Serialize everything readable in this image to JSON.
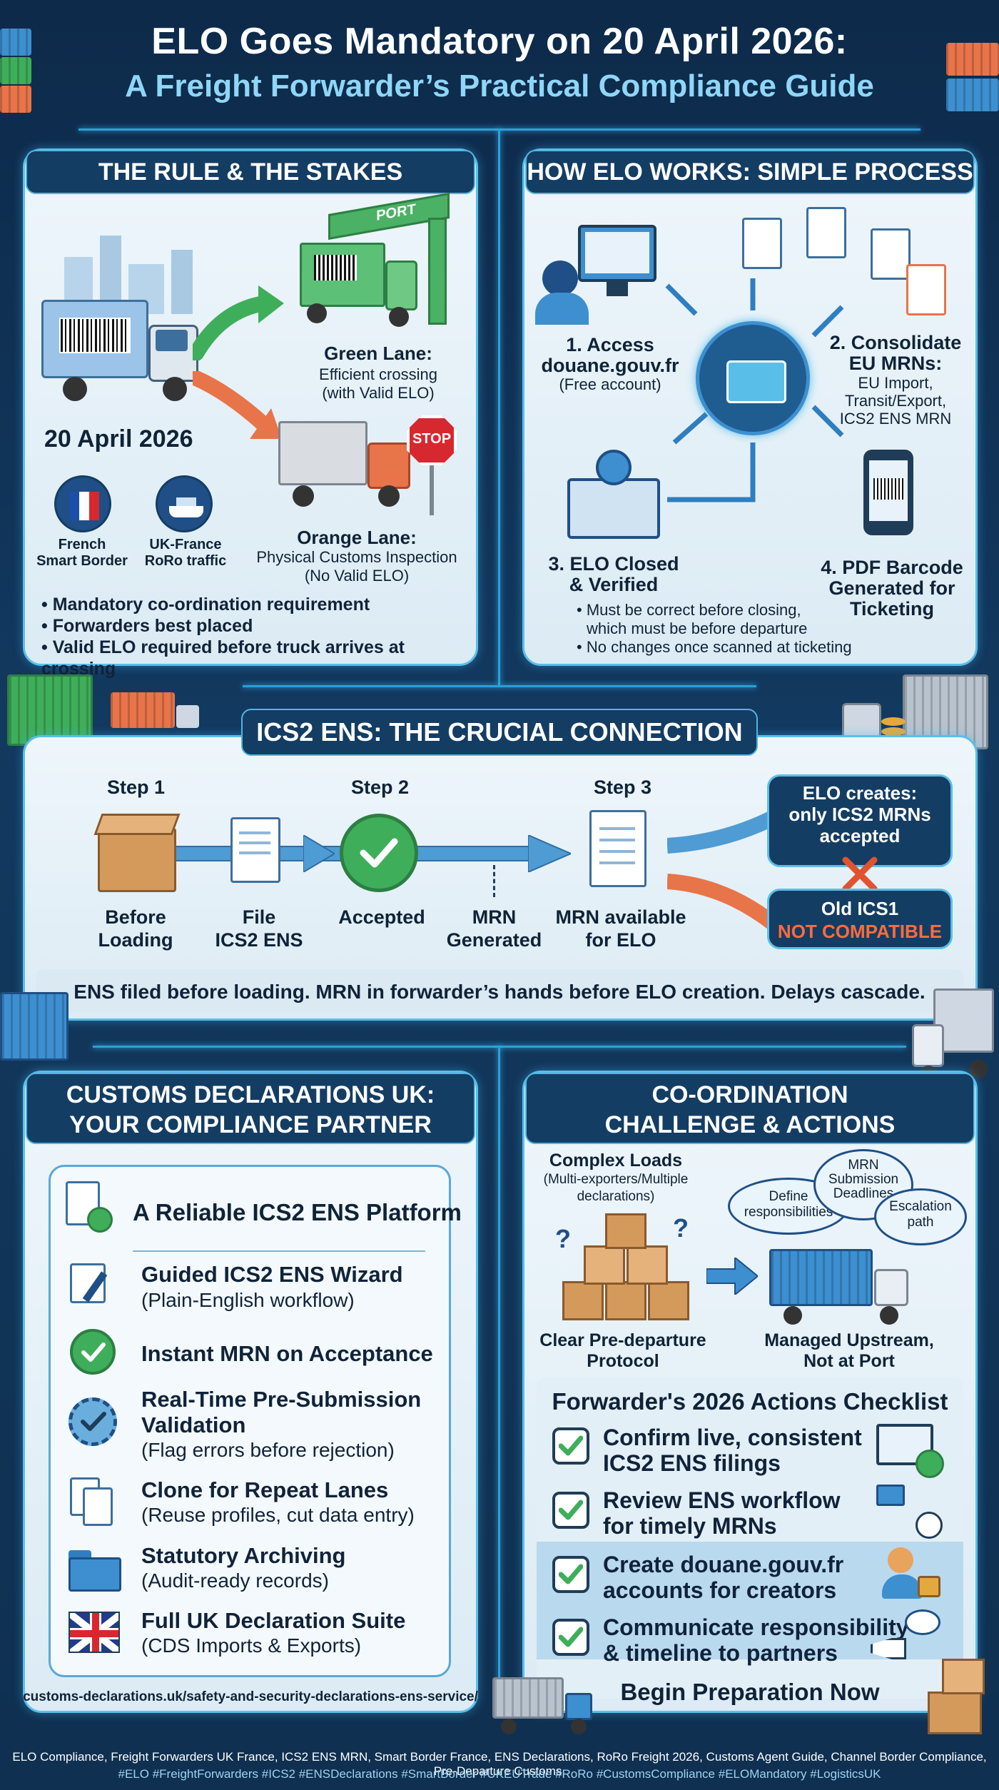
{
  "header": {
    "title_line1": "ELO Goes Mandatory on 20 April 2026:",
    "title_line2": "A Freight Forwarder’s Practical Compliance Guide"
  },
  "rule": {
    "heading": "THE RULE & THE STAKES",
    "port_sign": "PORT",
    "green_lane_title": "Green Lane:",
    "green_lane_sub1": "Efficient crossing",
    "green_lane_sub2": "(with Valid ELO)",
    "date": "20 April 2026",
    "badge1_line1": "French",
    "badge1_line2": "Smart Border",
    "badge2_line1": "UK-France",
    "badge2_line2": "RoRo traffic",
    "stop_sign": "STOP",
    "orange_lane_title": "Orange Lane:",
    "orange_lane_sub1": "Physical Customs Inspection",
    "orange_lane_sub2": "(No Valid ELO)",
    "bullets": [
      "Mandatory co-ordination requirement",
      "Forwarders best placed",
      "Valid ELO required before truck arrives at crossing"
    ]
  },
  "process": {
    "heading": "HOW ELO WORKS: SIMPLE PROCESS",
    "step1_title1": "1. Access",
    "step1_title2": "douane.gouv.fr",
    "step1_sub": "(Free account)",
    "step2_title1": "2. Consolidate",
    "step2_title2": "EU MRNs:",
    "step2_sub1": "EU Import,",
    "step2_sub2": "Transit/Export,",
    "step2_sub3": "ICS2 ENS MRN",
    "step3_title1": "3. ELO Closed",
    "step3_title2": "& Verified",
    "step4_title1": "4. PDF Barcode",
    "step4_title2": "Generated for",
    "step4_title3": "Ticketing",
    "notes": [
      "Must be correct before closing,",
      "which must be before departure",
      "No changes once scanned at ticketing"
    ]
  },
  "ics2": {
    "heading": "ICS2 ENS: THE CRUCIAL CONNECTION",
    "step1": "Step 1",
    "step2": "Step 2",
    "step3": "Step 3",
    "label_before1": "Before",
    "label_before2": "Loading",
    "label_file1": "File",
    "label_file2": "ICS2 ENS",
    "label_accepted": "Accepted",
    "label_mrn1": "MRN",
    "label_mrn2": "Generated",
    "label_avail1": "MRN available",
    "label_avail2": "for ELO",
    "elo_creates1": "ELO creates:",
    "elo_creates2": "only ICS2 MRNs",
    "elo_creates3": "accepted",
    "old_ics1": "Old ICS1",
    "not_compatible": "NOT COMPATIBLE",
    "summary": "ENS filed before loading. MRN in forwarder’s hands before ELO creation. Delays cascade."
  },
  "partner": {
    "heading1": "CUSTOMS DECLARATIONS UK:",
    "heading2": "YOUR COMPLIANCE PARTNER",
    "platform": "A Reliable ICS2 ENS Platform",
    "features": [
      {
        "title": "Guided ICS2 ENS Wizard",
        "sub": "(Plain-English workflow)"
      },
      {
        "title": "Instant MRN on Acceptance",
        "sub": ""
      },
      {
        "title": "Real-Time Pre-Submission",
        "title2": "Validation",
        "sub": "(Flag errors before rejection)"
      },
      {
        "title": "Clone for Repeat Lanes",
        "sub": "(Reuse profiles, cut data entry)"
      },
      {
        "title": "Statutory Archiving",
        "sub": "(Audit-ready records)"
      },
      {
        "title": "Full UK Declaration Suite",
        "sub": "(CDS Imports & Exports)"
      }
    ],
    "url": "customs-declarations.uk/safety-and-security-declarations-ens-service/"
  },
  "coord": {
    "heading1": "CO-ORDINATION",
    "heading2": "CHALLENGE & ACTIONS",
    "complex1": "Complex Loads",
    "complex2": "(Multi-exporters/Multiple",
    "complex3": "declarations)",
    "bubble1a": "Define",
    "bubble1b": "responsibilities",
    "bubble2a": "MRN",
    "bubble2b": "Submission",
    "bubble2c": "Deadlines",
    "bubble3a": "Escalation",
    "bubble3b": "path",
    "clear1": "Clear Pre-departure",
    "clear2": "Protocol",
    "managed1": "Managed Upstream,",
    "managed2": "Not at Port",
    "checklist_title": "Forwarder's 2026 Actions Checklist",
    "checklist": [
      {
        "l1": "Confirm live, consistent",
        "l2": "ICS2 ENS filings"
      },
      {
        "l1": "Review ENS workflow",
        "l2": "for timely MRNs"
      },
      {
        "l1": "Create douane.gouv.fr",
        "l2": "accounts for creators"
      },
      {
        "l1": "Communicate responsibility",
        "l2": "& timeline to partners"
      }
    ],
    "begin": "Begin Preparation Now"
  },
  "footer": {
    "line1": "ELO Compliance, Freight Forwarders UK France, ICS2 ENS MRN, Smart Border France, ENS Declarations, RoRo Freight 2026, Customs Agent Guide, Channel Border Compliance, Pre-Departure Customs.",
    "line2": "#ELO #FreightForwarders #ICS2 #ENSDeclarations #SmartBorder #UKEUTrade #RoRo #CustomsCompliance #ELOMandatory #LogisticsUK"
  },
  "colors": {
    "accent": "#2d9fd8",
    "panel_head": "#143d63",
    "green": "#3fae5a",
    "orange": "#e8744a",
    "alert_red": "#e0532f"
  }
}
